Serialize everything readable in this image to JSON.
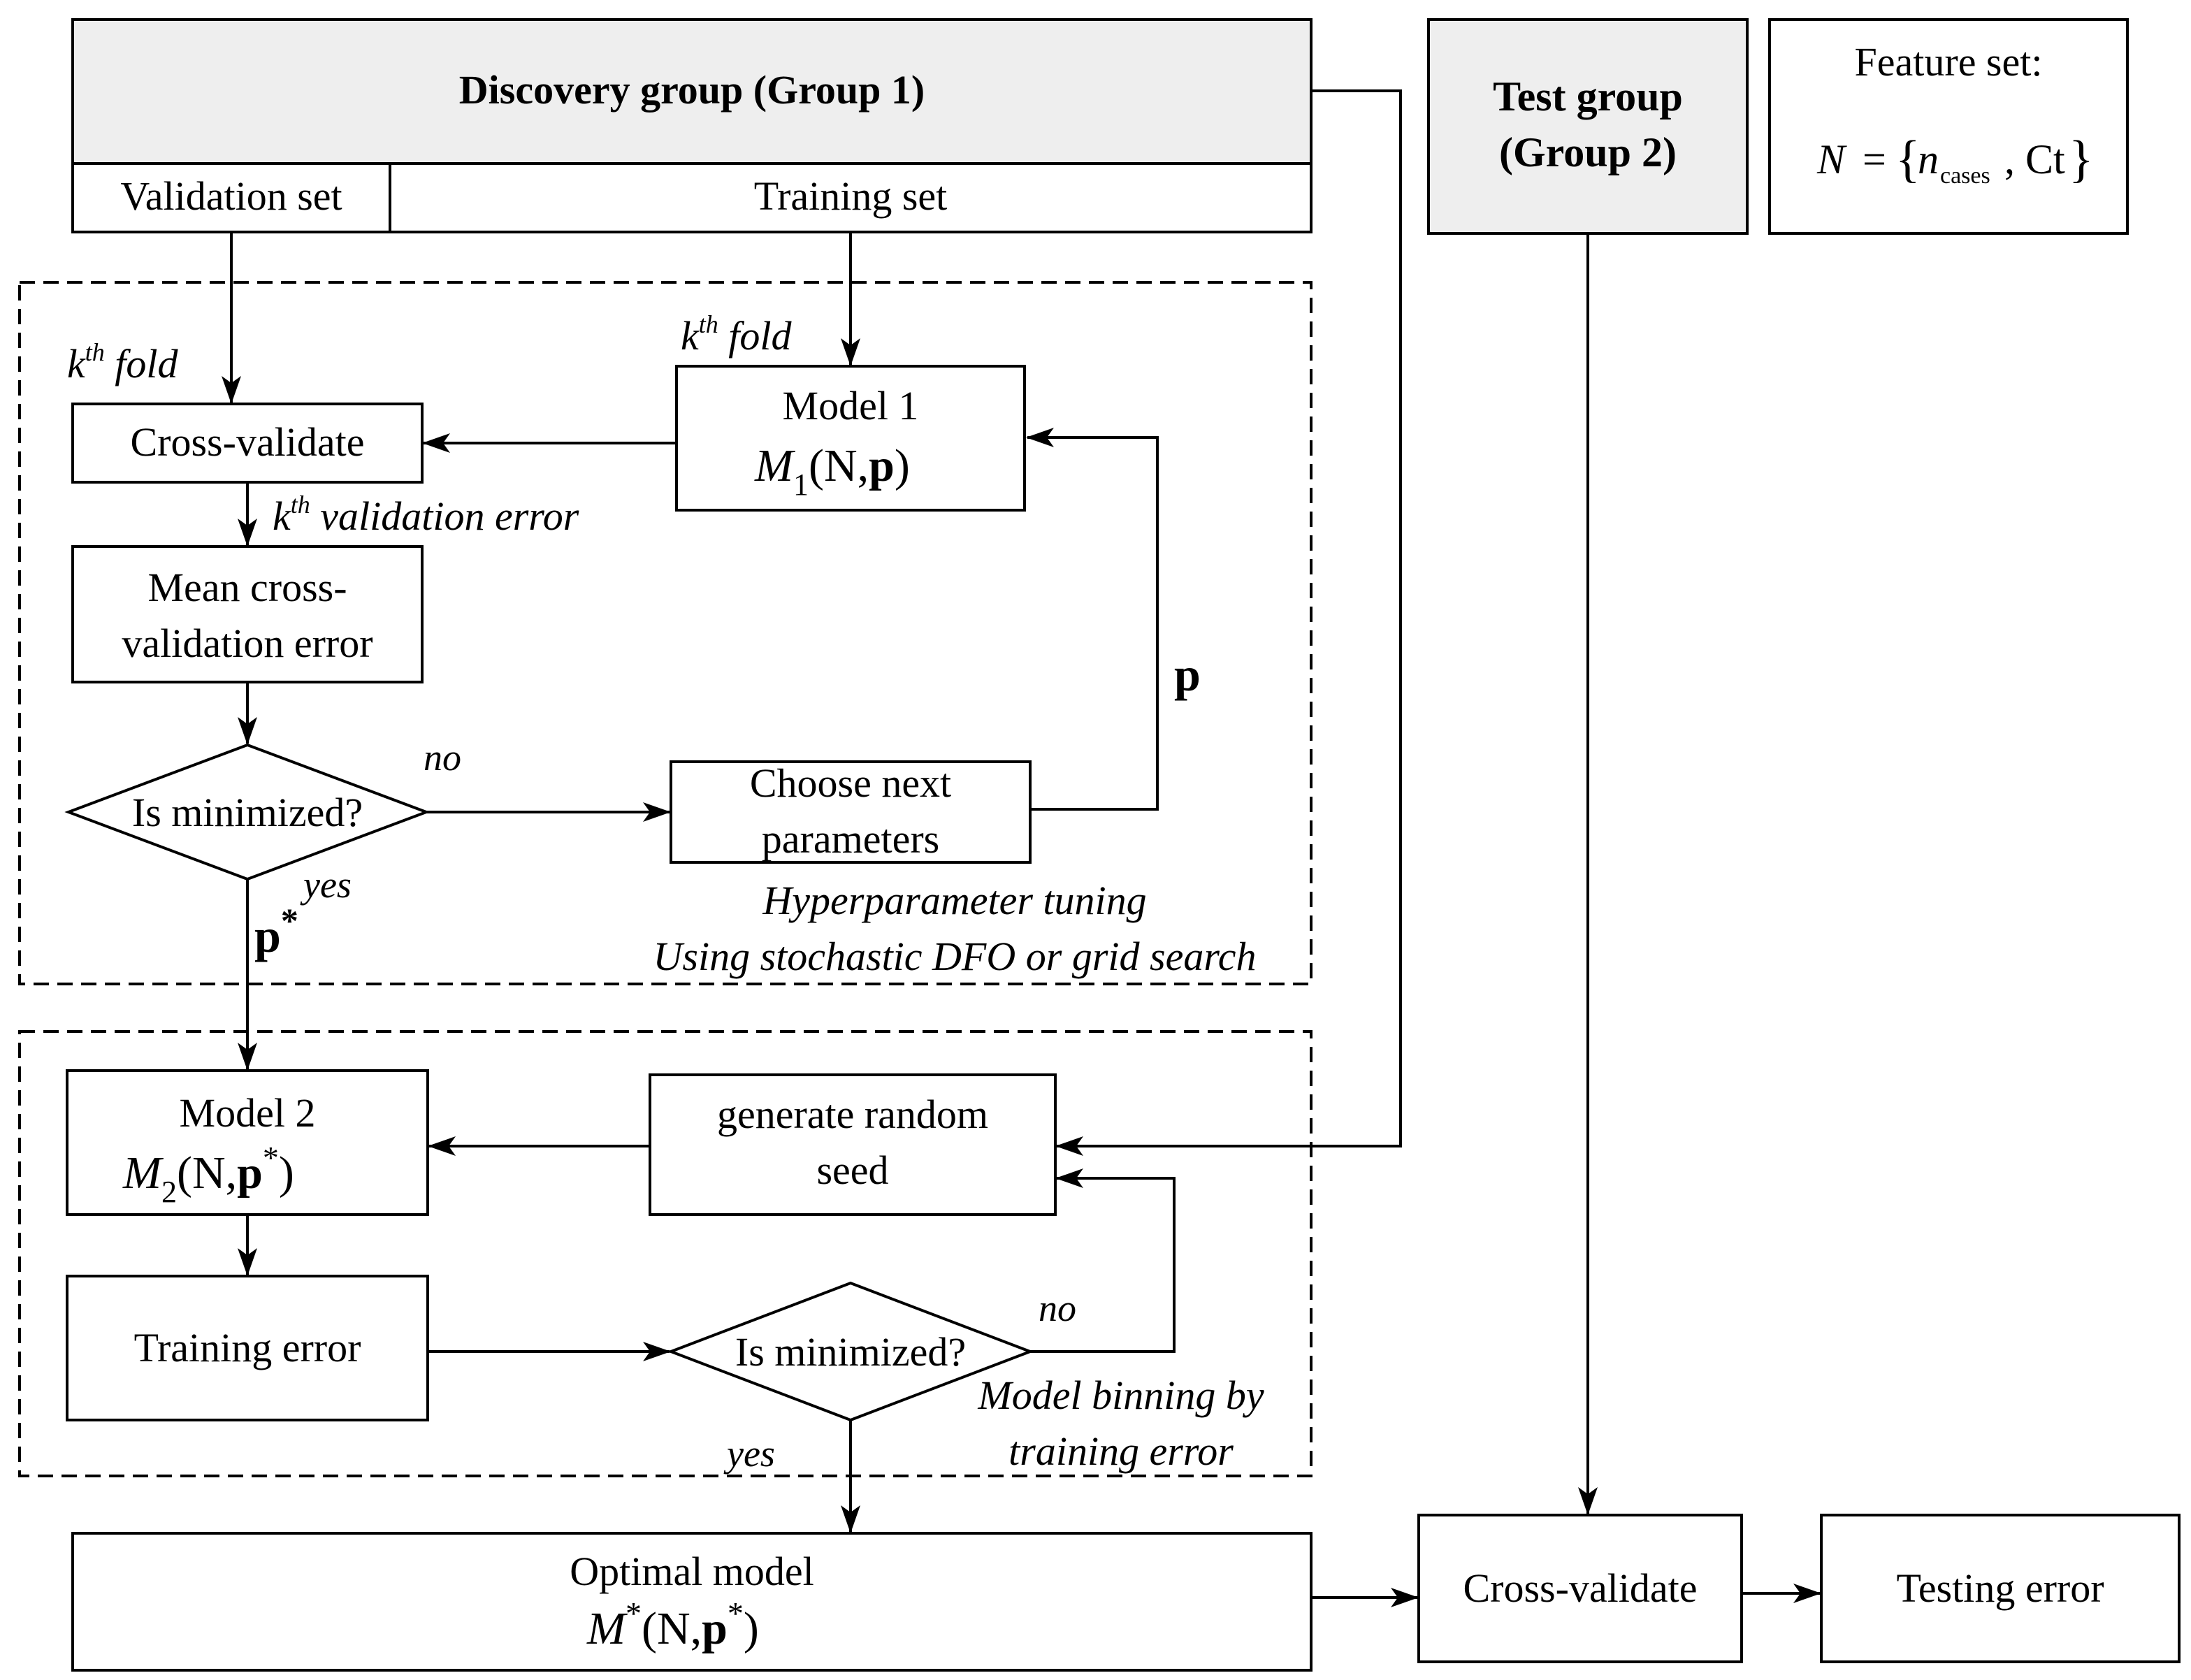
{
  "groups": {
    "discovery_title": "Discovery group (Group 1)",
    "validation_set": "Validation set",
    "training_set": "Training set",
    "test_title_line1": "Test group",
    "test_title_line2": "(Group 2)"
  },
  "feature_set": {
    "title": "Feature set:",
    "formula_lhs": "N",
    "formula_eq": "=",
    "formula_n": "n",
    "formula_sub": "cases",
    "formula_ct": ", Ct"
  },
  "tuning": {
    "kth_left": "k",
    "kth_left_sup": "th",
    "kth_left_fold": " fold",
    "kth_right": "k",
    "kth_right_sup": "th",
    "kth_right_fold": " fold",
    "cross_validate": "Cross-validate",
    "model1_line1": "Model 1",
    "model1_M": "M",
    "model1_sub": "1",
    "model1_args_a": "(N,",
    "model1_args_p": "p",
    "model1_args_b": ")",
    "kth_validation_k": "k",
    "kth_validation_sup": "th",
    "kth_validation_text": " validation error",
    "mean_cv_line1": "Mean cross-",
    "mean_cv_line2": "validation error",
    "is_minimized": "Is minimized?",
    "no_label": "no",
    "yes_label": "yes",
    "choose_line1": "Choose next",
    "choose_line2": "parameters",
    "p_label": "p",
    "pstar_label": "p",
    "pstar_sup": "*",
    "caption_line1": "Hyperparameter tuning",
    "caption_line2": "Using stochastic DFO or grid search"
  },
  "binning": {
    "model2_line1": "Model 2",
    "model2_M": "M",
    "model2_sub": "2",
    "model2_args_a": "(N,",
    "model2_args_p": "p",
    "model2_args_sup": "*",
    "model2_args_b": ")",
    "seed_line1": "generate random",
    "seed_line2": "seed",
    "training_error": "Training error",
    "is_minimized": "Is minimized?",
    "no_label": "no",
    "yes_label": "yes",
    "caption_line1": "Model binning by",
    "caption_line2": "training error"
  },
  "final": {
    "optimal_line1": "Optimal model",
    "optimal_M": "M",
    "optimal_Msup": "*",
    "optimal_args_a": "(N,",
    "optimal_args_p": "p",
    "optimal_args_sup": "*",
    "optimal_args_b": ")",
    "cross_validate": "Cross-validate",
    "testing_error": "Testing error"
  }
}
